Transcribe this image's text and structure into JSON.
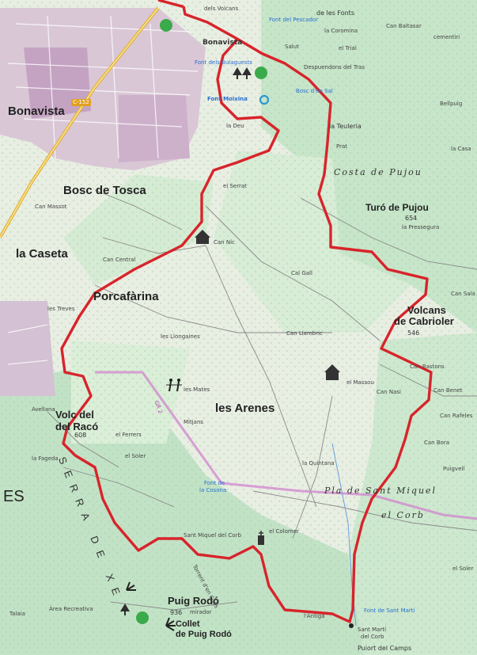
{
  "labels": {
    "bonavista_w": "Bonavista",
    "bonavista_n": "Bonavista",
    "bosc_de_tosca": "Bosc de Tosca",
    "la_caseta": "la Caseta",
    "porcafarina": "Porcafàrina",
    "les_arenes": "les Arenes",
    "volcans_cabrioler_1": "Volcans",
    "volcans_cabrioler_2": "de Cabrioler",
    "cabrioler_alt": "546",
    "volc_racó_1": "Volc del",
    "volc_racó_2": "del Racó",
    "volc_racó_alt": "608",
    "puig_rodo": "Puig Rodó",
    "puig_rodo_alt": "936",
    "mirador": "mirador",
    "collet_1": "Collet",
    "collet_2": "de Puig Rodó",
    "turo_pujou": "Turó de Pujou",
    "turo_alt": "654",
    "costa_de_pujou": "Costa de Pujou",
    "pla_sant_miquel": "Pla de Sant Miquel",
    "el_corb": "el Corb",
    "serra": "SERRA DE XE",
    "es": "ES",
    "dels_volcans": "dels Volcans",
    "de_les_fonts": "de les Fonts",
    "font_del_pescador": "Font del Pescador",
    "la_coromina": "la Coromina",
    "can_baltasar": "Can Baltasar",
    "cementiri": "cementiri",
    "salut": "Salut",
    "el_trial": "el Trial",
    "despuendons": "Despuendons del Tras",
    "font_bulaguests": "Font dels Bulaguests",
    "font_moixina": "Font Moixina",
    "bosc_en_sal": "Bosc d'en Sal",
    "bellpuig": "Bellpuig",
    "la_deu": "la Deu",
    "la_teuleria": "la Teuleria",
    "prat": "Prat",
    "la_casa": "la Casa",
    "el_serrat": "el Serrat",
    "can_massot": "Can Massot",
    "la_pressegu": "la Pressegura",
    "can_nic": "Can Nic",
    "can_central": "Can Central",
    "cal_gall": "Cal Gall",
    "can_sala": "Can Sala",
    "les_treves": "les Treves",
    "can_llambric": "Can Llambric",
    "les_llongaines": "les Llongaines",
    "can_bastons": "Can Bastons",
    "can_benet": "Can Benet",
    "el_massou": "el Massou",
    "can_nasi": "Can Nasi",
    "can_rafeles": "Can Rafeles",
    "les_mates": "les Mates",
    "mitjans": "Mitjans",
    "el_ferrers": "el Ferrers",
    "avellana": "Avellana",
    "la_fageda": "la Fageda",
    "el_soler": "el Soler",
    "font_cosona_1": "Font de",
    "font_cosona_2": "la Cosona",
    "la_quintana": "la Quintana",
    "can_bora": "Can Bora",
    "puigvell": "Puigvell",
    "sant_miquel_del_corb": "Sant Miquel del Corb",
    "el_colomer": "el Colomer",
    "torrent": "Torrent d'en Cuàs",
    "area_recreativa": "Àrea Recreativa",
    "talaia": "Talaia",
    "lantiga": "l'Antiga",
    "font_sant_marti": "Font de Sant Martí",
    "sant_marti_1": "Sant Martí",
    "sant_marti_2": "del Corb",
    "puiort": "Puiort del Camps",
    "road_c152": "C-152",
    "el_soler2": "el Soler",
    "gr2": "GR 2"
  },
  "icon_names": [
    "tree-icon",
    "picnic-icon",
    "hut-icon",
    "hikers-icon",
    "chapel-icon",
    "church-icon",
    "peak-icon",
    "fountain-icon"
  ],
  "colors": {
    "route": "#d8242b",
    "forest": "#cfe7cf",
    "forest_dark": "#a9d6b0",
    "urban": "#c9a9c6",
    "road": "#e6b030",
    "water": "#2a6fd1"
  }
}
